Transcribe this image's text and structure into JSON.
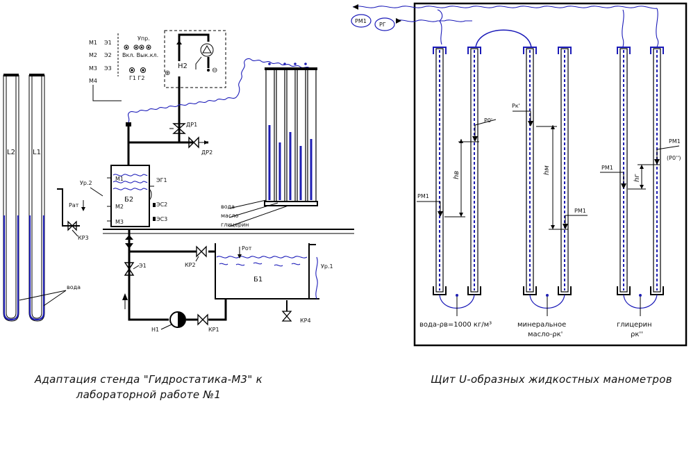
{
  "stand": {
    "caption_line1": "Адаптация стенда \"Гидростатика-М3\" к",
    "caption_line2": "лабораторной работе №1",
    "tube_left_1": "L2",
    "tube_left_2": "L1",
    "water_label_left": "вода",
    "switch_legend": {
      "rows": [
        {
          "m": "М1",
          "e": "Э1"
        },
        {
          "m": "М2",
          "e": "Э2"
        },
        {
          "m": "М3",
          "e": "Э3"
        },
        {
          "m": "М4",
          "e": ""
        }
      ],
      "control_label": "Упр.",
      "on_off_label": "Вкл. Вык.кл.",
      "g_labels": "Г1  Г2"
    },
    "pump_h2": "Н2",
    "plus_sign": "⊕",
    "minus_sign": "⊖",
    "valve_dr1": "ДР1",
    "valve_dr2": "ДР2",
    "tank_b2": "Б2",
    "m1": "М1",
    "m2": "М2",
    "m3": "М3",
    "eg1": "ЭГ1",
    "es2": "ЭС2",
    "es3": "ЭС3",
    "level_2": "Ур.2",
    "p_atm": "Pат",
    "valve_kr3": "КР3",
    "legend_water": "вода",
    "legend_oil": "масло",
    "legend_glycerin": "глицерин",
    "valve_kr2": "КР2",
    "valve_z1": "Э1",
    "p_ot": "Pот",
    "tank_b1": "Б1",
    "level_1": "Ур.1",
    "pump_n1": "Н1",
    "valve_kr1": "КР1",
    "valve_kr4": "КР4"
  },
  "panel": {
    "caption": "Щит U-образных жидкостных манометров",
    "p_m1_top": "PМ1",
    "p_g_top": "PГ",
    "p0_prime": "P0'",
    "pk_prime": "Pк'",
    "p_m1_left": "PМ1",
    "p_m1_mid": "PМ1",
    "p_m1_right": "PМ1",
    "p_m1_right_top": "PМ1",
    "p0_double_prime": "(P0'')",
    "h_b": "hв",
    "h_m": "hм",
    "h_g": "hг",
    "water_line": "вода-ρв=1000 кг/м³",
    "oil_line1": "минеральное",
    "oil_line2": "масло-ρк'",
    "gly_line1": "глицерин",
    "gly_line2": "ρк''"
  },
  "colors": {
    "line": "#000000",
    "liquid": "#1e1eb4"
  }
}
